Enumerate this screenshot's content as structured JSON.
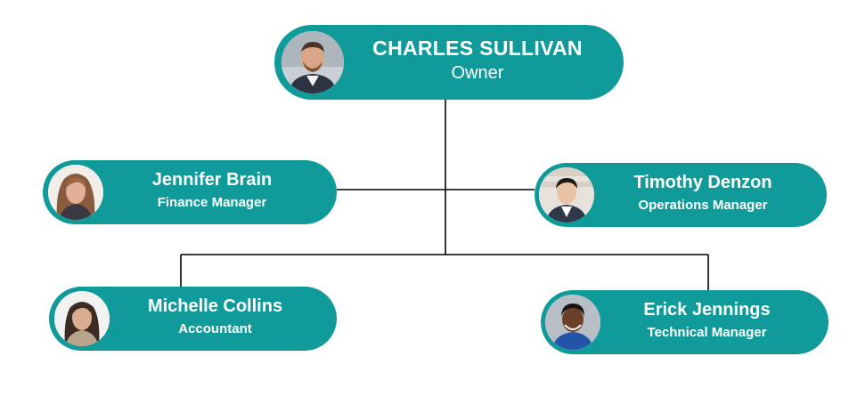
{
  "colors": {
    "node_fill": "#109a9a",
    "connector": "#000000",
    "text": "#ffffff"
  },
  "org_chart": {
    "owner": {
      "name": "CHARLES  SULLIVAN",
      "role": "Owner",
      "avatar_icon": "man-portrait-icon"
    },
    "finance_manager": {
      "name": "Jennifer Brain",
      "role": "Finance Manager",
      "avatar_icon": "woman-portrait-icon"
    },
    "operations_manager": {
      "name": "Timothy Denzon",
      "role": "Operations Manager",
      "avatar_icon": "man-portrait-icon"
    },
    "accountant": {
      "name": "Michelle Collins",
      "role": "Accountant",
      "avatar_icon": "woman-portrait-icon"
    },
    "technical_manager": {
      "name": "Erick Jennings",
      "role": "Technical Manager",
      "avatar_icon": "man-portrait-icon"
    }
  }
}
